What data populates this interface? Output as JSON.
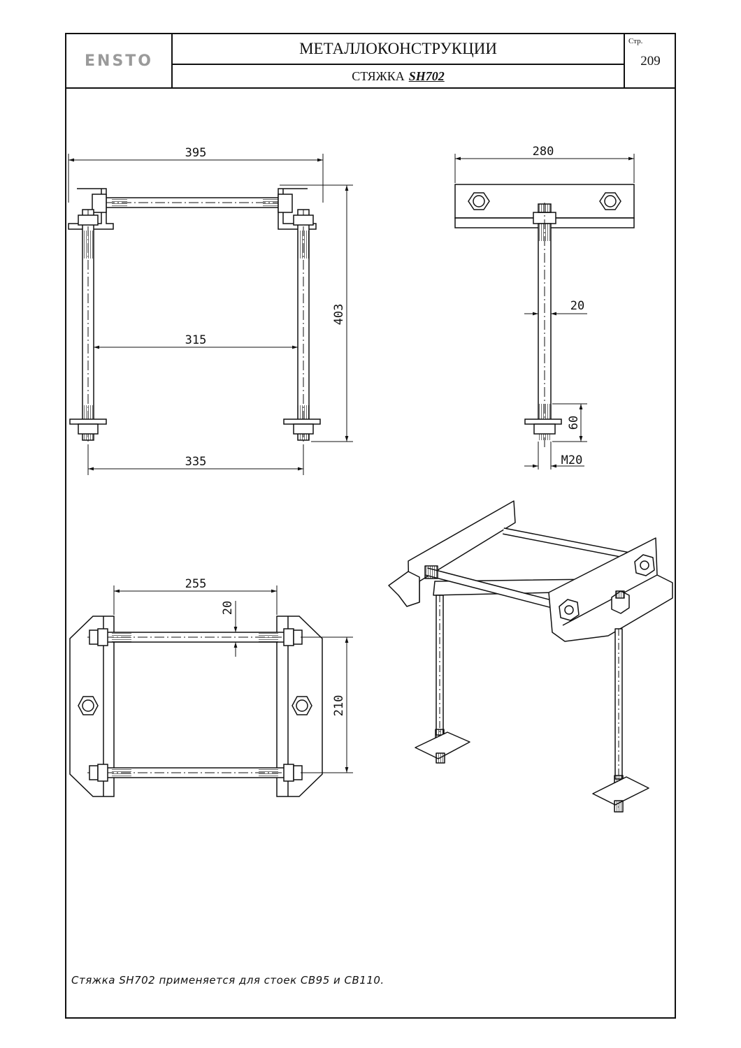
{
  "header": {
    "logo": "ENSTO",
    "title": "МЕТАЛЛОКОНСТРУКЦИИ",
    "subtitle_prefix": "СТЯЖКА",
    "model": "SH702",
    "page_label": "Стр.",
    "page_number": "209"
  },
  "dimensions": {
    "front_width_top": "395",
    "front_height": "403",
    "front_inner": "315",
    "front_bottom": "335",
    "side_width": "280",
    "side_rod_diam": "20",
    "side_thread": "60",
    "side_thread_size": "M20",
    "top_width": "255",
    "top_rod": "20",
    "top_height": "210"
  },
  "note": "Стяжка SH702 применяется для стоек СВ95 и СВ110.",
  "colors": {
    "line": "#111111",
    "logo": "#9a9a9a"
  }
}
